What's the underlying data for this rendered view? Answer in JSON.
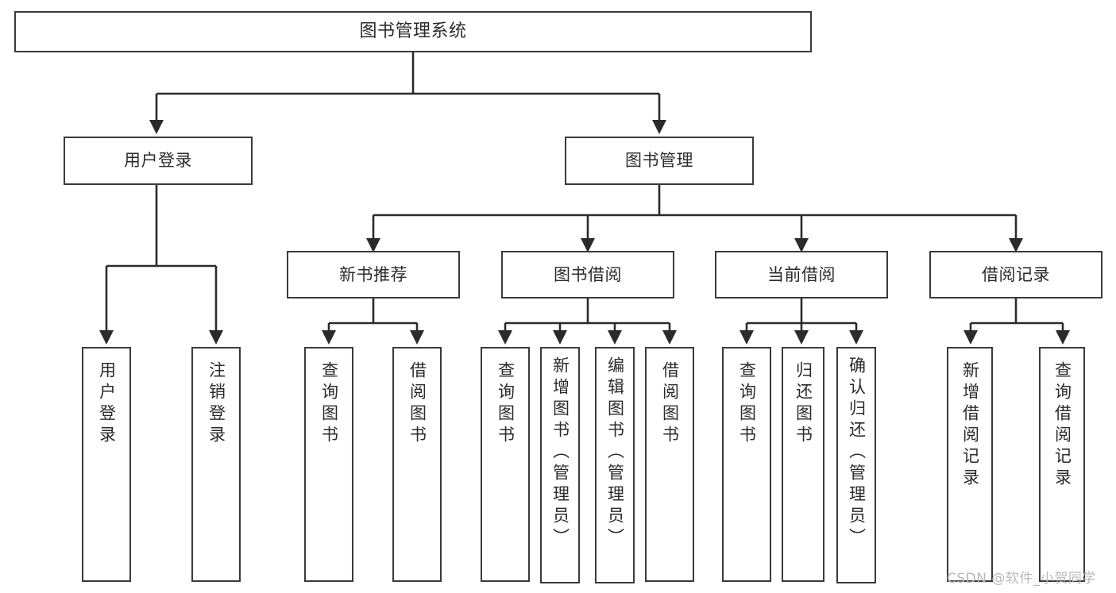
{
  "diagram": {
    "title": "图书管理系统",
    "type": "tree",
    "orientation": "top-down",
    "style": {
      "node_fill": "#ffffff",
      "node_stroke": "#3a3a3a",
      "edge_color": "#2b2b2b",
      "text_color": "#2b2b2b",
      "background": "#ffffff"
    },
    "nodes": {
      "root": {
        "label": "图书管理系统"
      },
      "level1": [
        {
          "id": "user-login",
          "label": "用户登录"
        },
        {
          "id": "book-manage",
          "label": "图书管理"
        }
      ],
      "level2": [
        {
          "id": "new-book-rec",
          "label": "新书推荐",
          "parent": "book-manage"
        },
        {
          "id": "book-borrow",
          "label": "图书借阅",
          "parent": "book-manage"
        },
        {
          "id": "current-borrow",
          "label": "当前借阅",
          "parent": "book-manage"
        },
        {
          "id": "borrow-record",
          "label": "借阅记录",
          "parent": "book-manage"
        }
      ],
      "leaves": [
        {
          "id": "leaf-user-login",
          "label": "用户登录",
          "parent": "user-login"
        },
        {
          "id": "leaf-logout",
          "label": "注销登录",
          "parent": "user-login"
        },
        {
          "id": "leaf-query-book-1",
          "label": "查询图书",
          "parent": "new-book-rec"
        },
        {
          "id": "leaf-borrow-book-1",
          "label": "借阅图书",
          "parent": "new-book-rec"
        },
        {
          "id": "leaf-query-book-2",
          "label": "查询图书",
          "parent": "book-borrow"
        },
        {
          "id": "leaf-add-book",
          "label": "新增图书（管理员）",
          "parent": "book-borrow"
        },
        {
          "id": "leaf-edit-book",
          "label": "编辑图书（管理员）",
          "parent": "book-borrow"
        },
        {
          "id": "leaf-borrow-book-2",
          "label": "借阅图书",
          "parent": "book-borrow"
        },
        {
          "id": "leaf-query-book-3",
          "label": "查询图书",
          "parent": "current-borrow"
        },
        {
          "id": "leaf-return-book",
          "label": "归还图书",
          "parent": "current-borrow"
        },
        {
          "id": "leaf-confirm-return",
          "label": "确认归还（管理员）",
          "parent": "current-borrow"
        },
        {
          "id": "leaf-add-record",
          "label": "新增借阅记录",
          "parent": "borrow-record"
        },
        {
          "id": "leaf-query-record",
          "label": "查询借阅记录",
          "parent": "borrow-record"
        }
      ]
    }
  },
  "watermark": {
    "text": "CSDN @软件_小贺同学"
  }
}
